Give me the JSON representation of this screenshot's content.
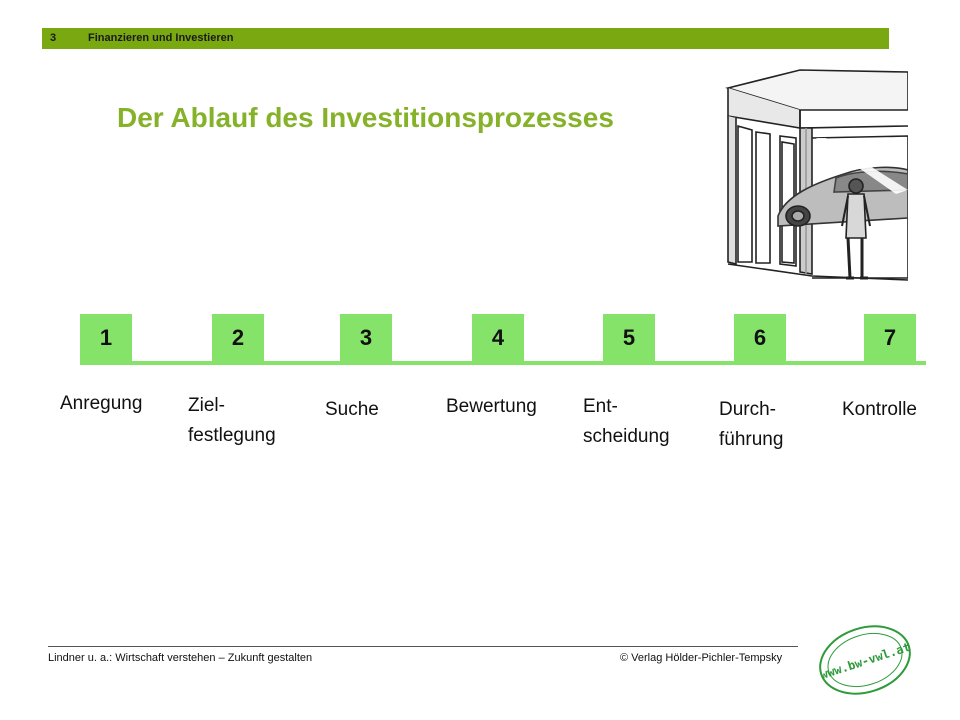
{
  "header": {
    "chapter": "3",
    "section": "Finanzieren und Investieren"
  },
  "title": "Der Ablauf des Investitionsprozesses",
  "steps": [
    {
      "number": "1",
      "label": "Anregung"
    },
    {
      "number": "2",
      "label": "Ziel-\nfestlegung"
    },
    {
      "number": "3",
      "label": "Suche"
    },
    {
      "number": "4",
      "label": "Bewertung"
    },
    {
      "number": "5",
      "label": "Ent-\nscheidung"
    },
    {
      "number": "6",
      "label": "Durch-\nführung"
    },
    {
      "number": "7",
      "label": "Kontrolle"
    }
  ],
  "footer": {
    "left": "Lindner u. a.: Wirtschaft verstehen – Zukunft gestalten",
    "right": "© Verlag Hölder-Pichler-Tempsky"
  },
  "stamp": {
    "text": "www.bw-vwl.at"
  },
  "colors": {
    "header_green": "#7aa810",
    "title_green": "#86b22a",
    "step_green": "#86e36a",
    "stamp_green": "#2e9a3a"
  },
  "icons": {
    "illustration": "car-showroom-illustration",
    "stamp": "website-stamp"
  }
}
